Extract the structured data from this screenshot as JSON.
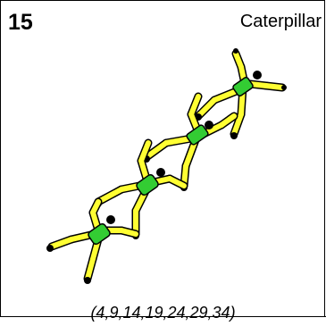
{
  "formation": {
    "number": "15",
    "name": "Caterpillar",
    "slots": "(4,9,14,19,24,29,34)"
  },
  "colors": {
    "limb_fill": "#ffff33",
    "limb_stroke": "#000000",
    "torso_fill": "#33cc33",
    "head_fill": "#000000"
  },
  "icons": {
    "jumper": "skydiver-icon"
  }
}
